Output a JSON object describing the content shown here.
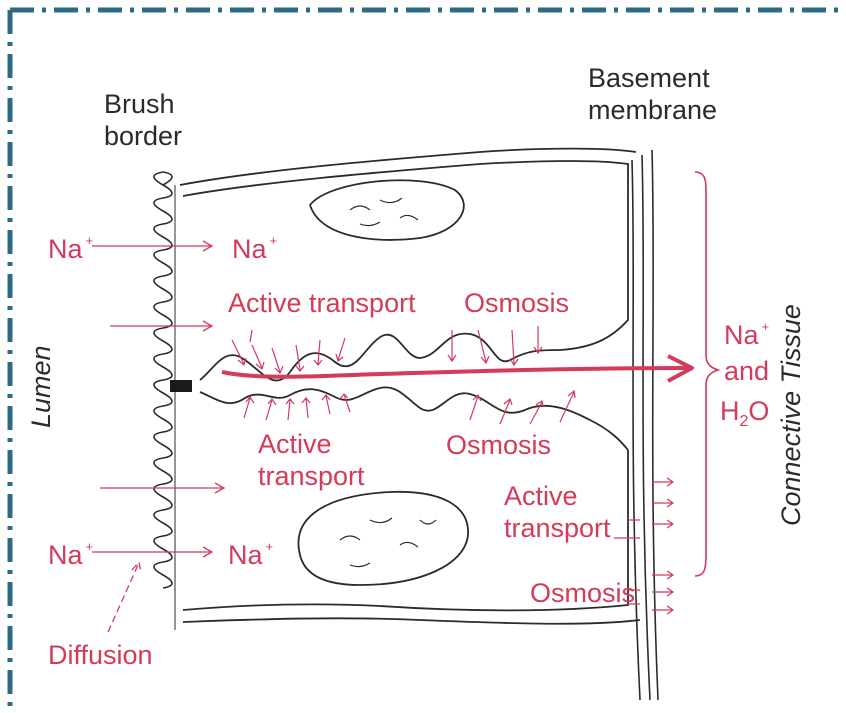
{
  "labels": {
    "brush_border": "Brush\nborder",
    "basement_membrane": "Basement\nmembrane",
    "lumen": "Lumen",
    "connective_tissue": "Connective Tissue",
    "diffusion": "Diffusion",
    "na_lumen_top": "Na",
    "na_cell_top": "Na",
    "na_lumen_bottom": "Na",
    "na_cell_bottom": "Na",
    "plus": "+",
    "active_transport_top": "Active transport",
    "osmosis_top": "Osmosis",
    "active_transport_mid": "Active\ntransport",
    "osmosis_mid": "Osmosis",
    "active_transport_right": "Active\ntransport",
    "osmosis_right": "Osmosis",
    "na_out": "Na",
    "and_word": "and",
    "h2o_h": "H",
    "h2o_2": "2",
    "h2o_o": "O"
  },
  "colors": {
    "ink": "#2b2b2b",
    "red": "#d43a5a",
    "border": "#2d6b82",
    "background": "#ffffff"
  }
}
